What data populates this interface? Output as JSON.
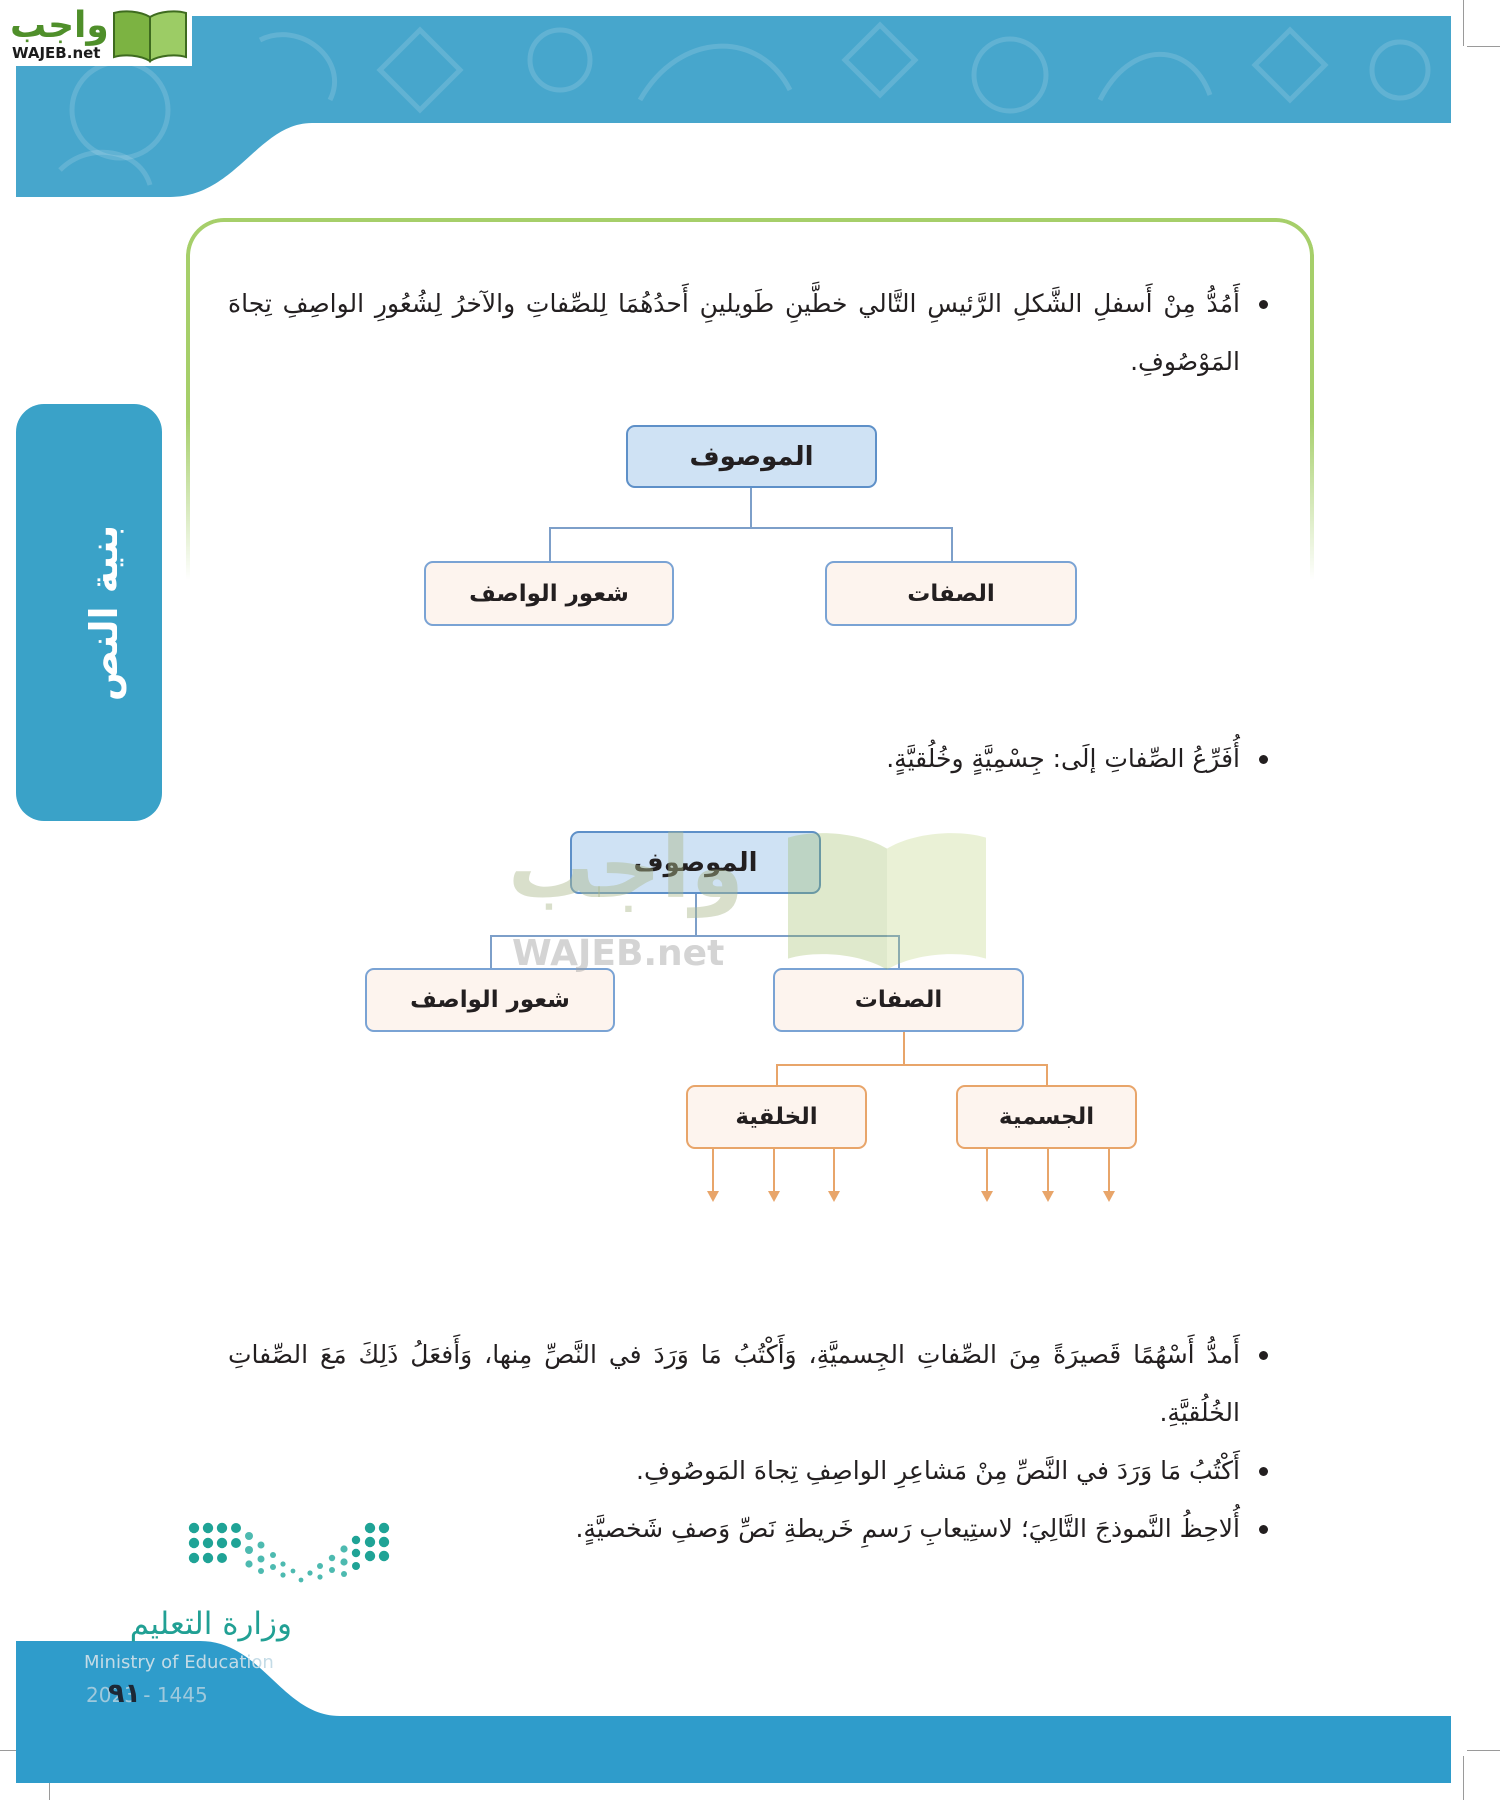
{
  "logo": {
    "arabic": "واجب",
    "latin": "WAJEB.net"
  },
  "side_tab": {
    "label": "بنية النص"
  },
  "step1": {
    "text": "أَمُدُّ مِنْ أَسفلِ الشَّكلِ الرَّئيسِ التَّالي خطَّينِ طَويلينِ أَحدُهُمَا لِلصِّفاتِ والآخرُ لِشُعُورِ الواصِفِ تِجاهَ المَوْصُوفِ."
  },
  "diagram1": {
    "root": "الموصوف",
    "features": "الصفات",
    "feelings": "شعور الواصف"
  },
  "step2": {
    "text": "أُفَرِّعُ الصِّفاتِ إلَى: جِسْمِيَّةٍ وخُلُقيَّةٍ."
  },
  "diagram2": {
    "root": "الموصوف",
    "features": "الصفات",
    "feelings": "شعور الواصف",
    "physical": "الجسمية",
    "moral": "الخلقية"
  },
  "steps": [
    {
      "text": "أَمدُّ أَسْهُمًا قَصيرَةً مِنَ الصِّفاتِ الجِسميَّةِ، وَأَكْتُبُ مَا وَرَدَ في النَّصِّ مِنها، وَأَفعَلُ ذَلِكَ مَعَ الصِّفاتِ الخُلُقيَّةِ."
    },
    {
      "text": "أَكْتُبُ مَا وَرَدَ في النَّصِّ مِنْ مَشاعِرِ الواصِفِ تِجاهَ المَوصُوفِ."
    },
    {
      "text": "أُلاحِظُ النَّموذجَ التَّالِيَ؛ لاستِيعابِ رَسمِ خَريطةِ نَصِّ وَصفِ شَخصيَّةٍ."
    }
  ],
  "watermark": {
    "arabic": "واجب",
    "latin": "WAJEB.net"
  },
  "footer": {
    "ministry_ar": "وزارة التعليم",
    "ministry_en": "Ministry of Education",
    "year": "2023 - 1445",
    "page_number": "٩١"
  },
  "colors": {
    "banner": "#47a6cc",
    "side_tab": "#3aa2c8",
    "frame_green": "#a6cf6a",
    "root_fill": "#cfe2f4",
    "root_border": "#5e90c8",
    "branch_fill": "#fdf4ee",
    "branch_border": "#7aa3d4",
    "sub_border": "#e8a56a",
    "ministry_teal": "#21a094"
  }
}
